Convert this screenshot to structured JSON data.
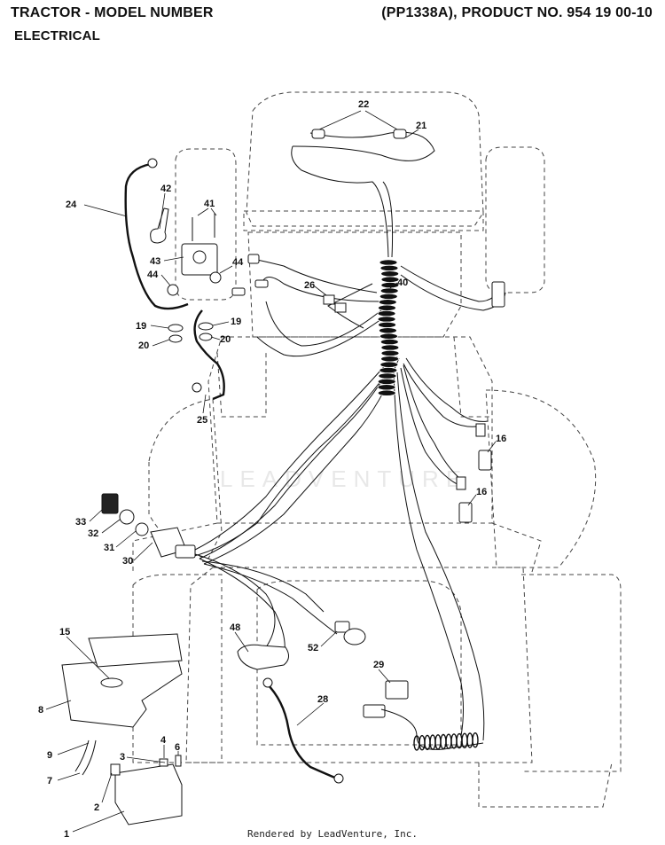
{
  "header": {
    "title_left": "TRACTOR - MODEL NUMBER",
    "title_right": "(PP1338A), PRODUCT NO. 954 19 00-10",
    "subtitle": "ELECTRICAL"
  },
  "watermark": "LEADVENTURE",
  "footer": "Rendered by LeadVenture, Inc.",
  "callouts": [
    {
      "id": "22",
      "label": "22"
    },
    {
      "id": "21",
      "label": "21"
    },
    {
      "id": "24",
      "label": "24"
    },
    {
      "id": "42",
      "label": "42"
    },
    {
      "id": "41",
      "label": "41"
    },
    {
      "id": "43",
      "label": "43"
    },
    {
      "id": "44a",
      "label": "44"
    },
    {
      "id": "44b",
      "label": "44"
    },
    {
      "id": "26",
      "label": "26"
    },
    {
      "id": "40",
      "label": "40"
    },
    {
      "id": "19a",
      "label": "19"
    },
    {
      "id": "19b",
      "label": "19"
    },
    {
      "id": "20a",
      "label": "20"
    },
    {
      "id": "20b",
      "label": "20"
    },
    {
      "id": "25",
      "label": "25"
    },
    {
      "id": "16a",
      "label": "16"
    },
    {
      "id": "16b",
      "label": "16"
    },
    {
      "id": "33",
      "label": "33"
    },
    {
      "id": "32",
      "label": "32"
    },
    {
      "id": "31",
      "label": "31"
    },
    {
      "id": "30",
      "label": "30"
    },
    {
      "id": "48",
      "label": "48"
    },
    {
      "id": "52",
      "label": "52"
    },
    {
      "id": "15",
      "label": "15"
    },
    {
      "id": "29",
      "label": "29"
    },
    {
      "id": "28",
      "label": "28"
    },
    {
      "id": "8",
      "label": "8"
    },
    {
      "id": "9",
      "label": "9"
    },
    {
      "id": "3",
      "label": "3"
    },
    {
      "id": "4",
      "label": "4"
    },
    {
      "id": "6",
      "label": "6"
    },
    {
      "id": "7",
      "label": "7"
    },
    {
      "id": "2",
      "label": "2"
    },
    {
      "id": "1",
      "label": "1"
    }
  ]
}
